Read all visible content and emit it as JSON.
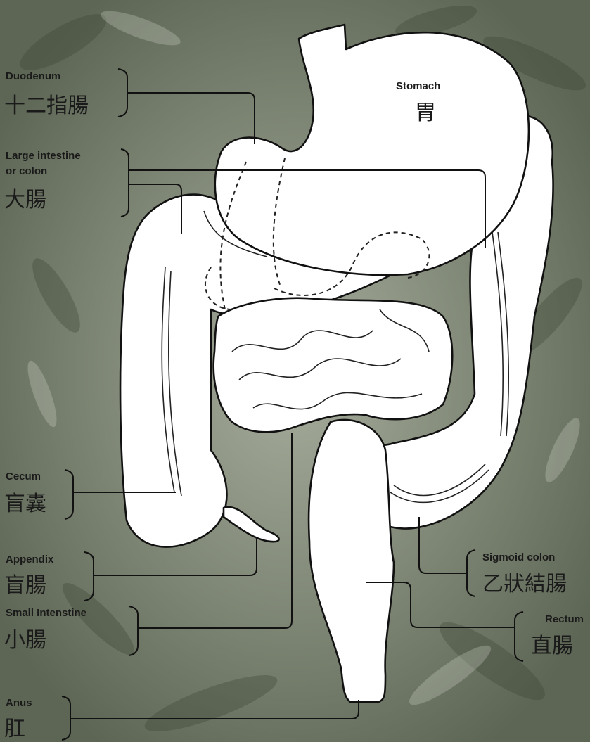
{
  "labels": {
    "duodenum": {
      "en": "Duodenum",
      "zh": "十二指腸"
    },
    "stomach": {
      "en": "Stomach",
      "zh": "胃"
    },
    "large_intestine": {
      "en_line1": "Large intestine",
      "en_line2": "or colon",
      "zh": "大腸"
    },
    "cecum": {
      "en": "Cecum",
      "zh": "盲囊"
    },
    "appendix": {
      "en": "Appendix",
      "zh": "盲腸"
    },
    "small_intestine": {
      "en": "Small Intenstine",
      "zh": "小腸"
    },
    "anus": {
      "en": "Anus",
      "zh": "肛"
    },
    "sigmoid_colon": {
      "en": "Sigmoid colon",
      "zh": "乙狀結腸"
    },
    "rectum": {
      "en": "Rectum",
      "zh": "直腸"
    }
  },
  "colors": {
    "background": "#6f7766",
    "organ_fill": "#ffffff",
    "line": "#111111"
  }
}
